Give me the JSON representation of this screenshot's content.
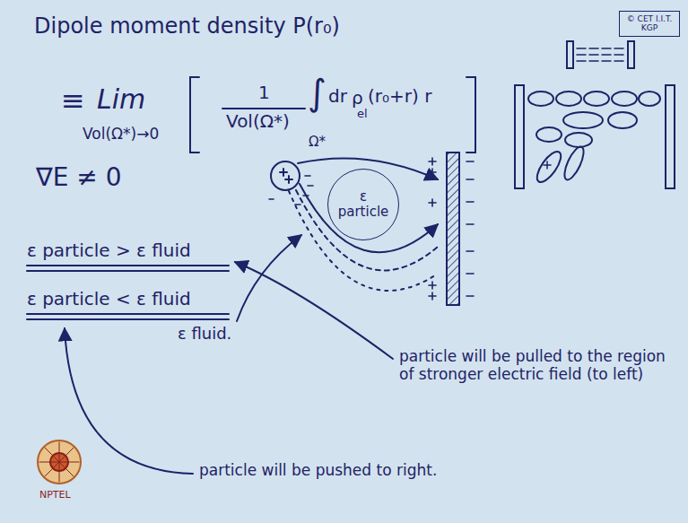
{
  "diagram": {
    "title": "Dipole moment density P(r₀)",
    "nodes": [
      {
        "text": [
          "© CET I.I.T. KGP"
        ]
      },
      {
        "text": [
          "ε particle"
        ]
      }
    ],
    "labels": [
      "≡",
      "Lim",
      "Vol(Ω*)→0",
      "1",
      "Vol(Ω*)",
      "∫",
      "Ω*",
      "dr",
      "ρ",
      "el",
      "(r₀+r) r",
      "∇E ≠ 0",
      "ε particle > ε fluid",
      "ε particle < ε fluid",
      "ε fluid.",
      "particle will be pulled to the region of stronger electric field (to left)",
      "particle will be pushed to right.",
      "NPTEL"
    ]
  }
}
